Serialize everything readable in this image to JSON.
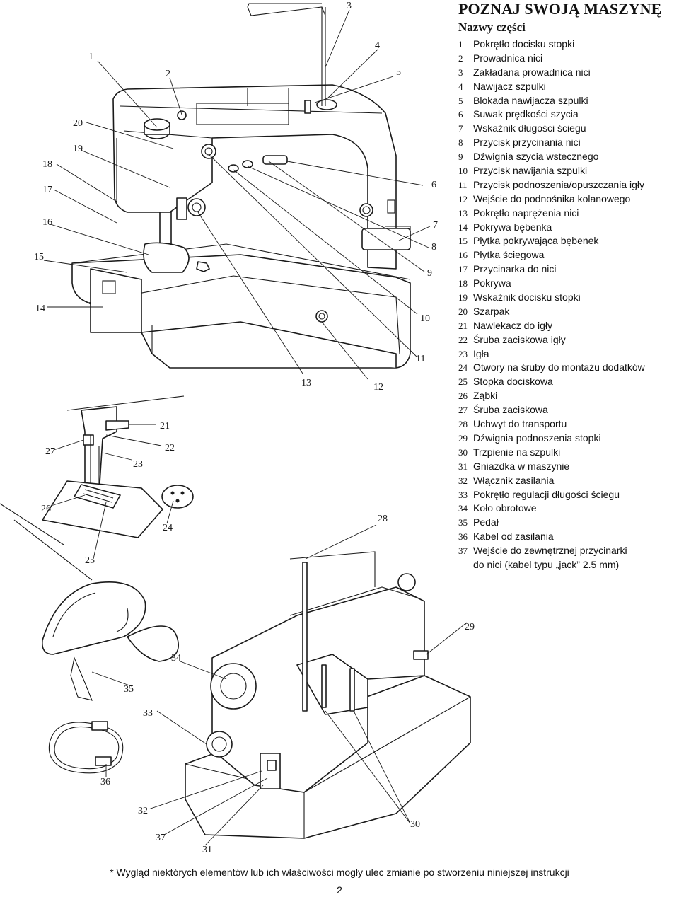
{
  "header": {
    "title": "POZNAJ SWOJĄ MASZYNĘ",
    "subtitle": "Nazwy części"
  },
  "parts": [
    {
      "num": "1",
      "label": "Pokrętło docisku stopki"
    },
    {
      "num": "2",
      "label": "Prowadnica nici"
    },
    {
      "num": "3",
      "label": "Zakładana prowadnica nici"
    },
    {
      "num": "4",
      "label": "Nawijacz szpulki"
    },
    {
      "num": "5",
      "label": "Blokada nawijacza szpulki"
    },
    {
      "num": "6",
      "label": "Suwak prędkości szycia"
    },
    {
      "num": "7",
      "label": "Wskaźnik długości ściegu"
    },
    {
      "num": "8",
      "label": "Przycisk przycinania nici"
    },
    {
      "num": "9",
      "label": "Dźwignia szycia wstecznego"
    },
    {
      "num": "10",
      "label": "Przycisk nawijania szpulki"
    },
    {
      "num": "11",
      "label": "Przycisk podnoszenia/opuszczania igły"
    },
    {
      "num": "12",
      "label": "Wejście do podnośnika kolanowego"
    },
    {
      "num": "13",
      "label": "Pokrętło naprężenia nici"
    },
    {
      "num": "14",
      "label": "Pokrywa bębenka"
    },
    {
      "num": "15",
      "label": "Płytka pokrywająca bębenek"
    },
    {
      "num": "16",
      "label": "Płytka ściegowa"
    },
    {
      "num": "17",
      "label": "Przycinarka do nici"
    },
    {
      "num": "18",
      "label": "Pokrywa"
    },
    {
      "num": "19",
      "label": "Wskaźnik docisku stopki"
    },
    {
      "num": "20",
      "label": "Szarpak"
    },
    {
      "num": "21",
      "label": "Nawlekacz do igły"
    },
    {
      "num": "22",
      "label": "Śruba zaciskowa igły"
    },
    {
      "num": "23",
      "label": "Igła"
    },
    {
      "num": "24",
      "label": "Otwory na śruby do montażu dodatków"
    },
    {
      "num": "25",
      "label": "Stopka dociskowa"
    },
    {
      "num": "26",
      "label": "Ząbki"
    },
    {
      "num": "27",
      "label": "Śruba zaciskowa"
    },
    {
      "num": "28",
      "label": "Uchwyt do transportu"
    },
    {
      "num": "29",
      "label": "Dźwignia podnoszenia stopki"
    },
    {
      "num": "30",
      "label": "Trzpienie na szpulki"
    },
    {
      "num": "31",
      "label": "Gniazdka w maszynie"
    },
    {
      "num": "32",
      "label": "Włącznik zasilania"
    },
    {
      "num": "33",
      "label": "Pokrętło regulacji długości ściegu"
    },
    {
      "num": "34",
      "label": "Koło obrotowe"
    },
    {
      "num": "35",
      "label": "Pedał"
    },
    {
      "num": "36",
      "label": "Kabel od zasilania"
    },
    {
      "num": "37",
      "label": "Wejście do zewnętrznej przycinarki",
      "cont": "do nici (kabel typu „jack” 2.5 mm)"
    }
  ],
  "callouts": [
    "1",
    "2",
    "3",
    "4",
    "5",
    "6",
    "7",
    "8",
    "9",
    "10",
    "11",
    "12",
    "13",
    "14",
    "15",
    "16",
    "17",
    "18",
    "19",
    "20",
    "21",
    "22",
    "23",
    "24",
    "25",
    "26",
    "27",
    "28",
    "29",
    "30",
    "31",
    "32",
    "33",
    "34",
    "35",
    "36",
    "37"
  ],
  "footer": {
    "note": "* Wygląd niektórych elementów lub ich właściwości mogły ulec zmianie po stworzeniu niniejszej instrukcji",
    "page": "2"
  }
}
